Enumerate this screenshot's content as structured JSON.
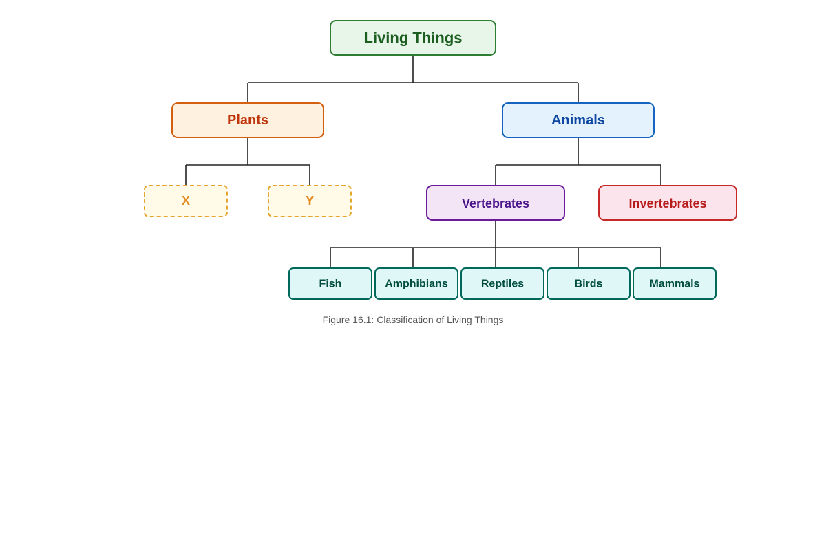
{
  "diagram": {
    "caption": "Figure 16.1: Classification of Living Things",
    "nodes": {
      "root": {
        "label": "Living Things",
        "style": {
          "fill": "#e8f5e9",
          "stroke": "#2e7d32",
          "text": "#1b5e20"
        }
      },
      "plants": {
        "label": "Plants",
        "style": {
          "fill": "#fff1e0",
          "stroke": "#d35f0f",
          "text": "#bf360c"
        }
      },
      "animals": {
        "label": "Animals",
        "style": {
          "fill": "#e3f2fd",
          "stroke": "#1565c0",
          "text": "#0d47a1"
        }
      },
      "x": {
        "label": "X",
        "style": {
          "fill": "#fffbe8",
          "stroke": "#e6a52e",
          "text": "#e68a1f",
          "dashed": true
        }
      },
      "y": {
        "label": "Y",
        "style": {
          "fill": "#fffbe8",
          "stroke": "#e6a52e",
          "text": "#e68a1f",
          "dashed": true
        }
      },
      "vertebrates": {
        "label": "Vertebrates",
        "style": {
          "fill": "#f3e5f5",
          "stroke": "#6a1b9a",
          "text": "#4a148c"
        }
      },
      "invertebrates": {
        "label": "Invertebrates",
        "style": {
          "fill": "#fce4ec",
          "stroke": "#c62828",
          "text": "#b71c1c"
        }
      },
      "fish": {
        "label": "Fish",
        "style": {
          "fill": "#e0f7f7",
          "stroke": "#00695c",
          "text": "#004d40"
        }
      },
      "amphibians": {
        "label": "Amphibians",
        "style": {
          "fill": "#e0f7f7",
          "stroke": "#00695c",
          "text": "#004d40"
        }
      },
      "reptiles": {
        "label": "Reptiles",
        "style": {
          "fill": "#e0f7f7",
          "stroke": "#00695c",
          "text": "#004d40"
        }
      },
      "birds": {
        "label": "Birds",
        "style": {
          "fill": "#e0f7f7",
          "stroke": "#00695c",
          "text": "#004d40"
        }
      },
      "mammals": {
        "label": "Mammals",
        "style": {
          "fill": "#e0f7f7",
          "stroke": "#00695c",
          "text": "#004d40"
        }
      }
    },
    "edges": [
      {
        "from": "root",
        "to": "plants"
      },
      {
        "from": "root",
        "to": "animals"
      },
      {
        "from": "plants",
        "to": "x"
      },
      {
        "from": "plants",
        "to": "y"
      },
      {
        "from": "animals",
        "to": "vertebrates"
      },
      {
        "from": "animals",
        "to": "invertebrates"
      },
      {
        "from": "vertebrates",
        "to": "fish"
      },
      {
        "from": "vertebrates",
        "to": "amphibians"
      },
      {
        "from": "vertebrates",
        "to": "reptiles"
      },
      {
        "from": "vertebrates",
        "to": "birds"
      },
      {
        "from": "vertebrates",
        "to": "mammals"
      }
    ]
  }
}
